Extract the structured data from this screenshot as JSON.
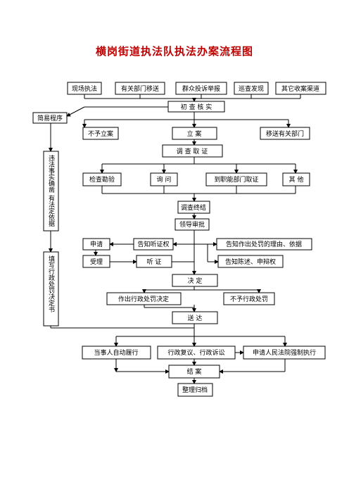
{
  "title": "横岗街道执法队执法办案流程图",
  "sources": [
    "现场执法",
    "有关部门移送",
    "群众投诉举报",
    "巡查发现",
    "其它收案渠道"
  ],
  "initial_check": "初 查 核 实",
  "simple_procedure": "简易程序",
  "no_case": "不予立案",
  "file_case": "立 案",
  "transfer": "移送有关部门",
  "investigate": "调 查 取 证",
  "evidence_note": "违法事实确凿 有法定依据",
  "fill_decision": "填写行政处罚决定书",
  "methods": [
    "检查勘验",
    "询 问",
    "到职能部门取证",
    "其 他"
  ],
  "conclusion": "调查终结",
  "leader_review": "领导审批",
  "apply": "申请",
  "notify_hearing": "告知听证权",
  "notify_reasons": "告知作出处罚的理由、依据",
  "accept": "受理",
  "hearing": "听 证",
  "notify_defense": "告知陈述、申辩权",
  "decision": "决 定",
  "make_penalty": "作出行政处罚决定",
  "no_penalty": "不予行政处罚",
  "deliver": "送 达",
  "self_perform": "当事人自动履行",
  "review_litigation": "行政复议、行政诉讼",
  "court_enforce": "申请人民法院强制执行",
  "close_case": "结 案",
  "archive": "整理归档"
}
